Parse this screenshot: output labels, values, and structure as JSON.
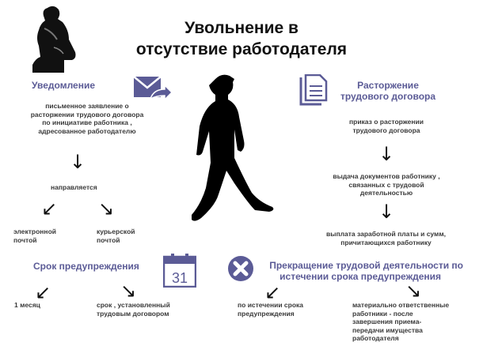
{
  "title": {
    "line1": "Увольнение  в",
    "line2": "отсутствие  работодателя"
  },
  "colors": {
    "accent": "#5b5b96",
    "text": "#333333",
    "silhouette": "#000000"
  },
  "notification": {
    "heading": "Уведомление",
    "icon": "envelope-send-icon",
    "description": "письменное заявление о расторжении трудового договора по инициативе работника , адресованное работодателю",
    "sent": "направляется",
    "options": [
      "электронной почтой",
      "курьерской почтой"
    ]
  },
  "termination": {
    "heading_line1": "Расторжение",
    "heading_line2": "трудового  договора",
    "icon": "document-icon",
    "steps": [
      "приказ о расторжении трудового договора",
      "выдача документов работнику , связанных с трудовой деятельностью",
      "выплата заработной платы и сумм, причитающихся работнику"
    ]
  },
  "notice_period": {
    "heading": "Срок  предупреждения",
    "icon": "calendar-icon",
    "calendar_day": "31",
    "options": [
      "1 месяц",
      "срок , установленный трудовым договором"
    ]
  },
  "cessation": {
    "heading_line1": "Прекращение  трудовой деятельности  по",
    "heading_line2": "истечении  срока  предупреждения",
    "icon": "close-circle-icon",
    "options": [
      "по истечении срока предупреждения",
      "материально ответственные работники - после завершения приема-передачи имущества работодателя"
    ]
  }
}
